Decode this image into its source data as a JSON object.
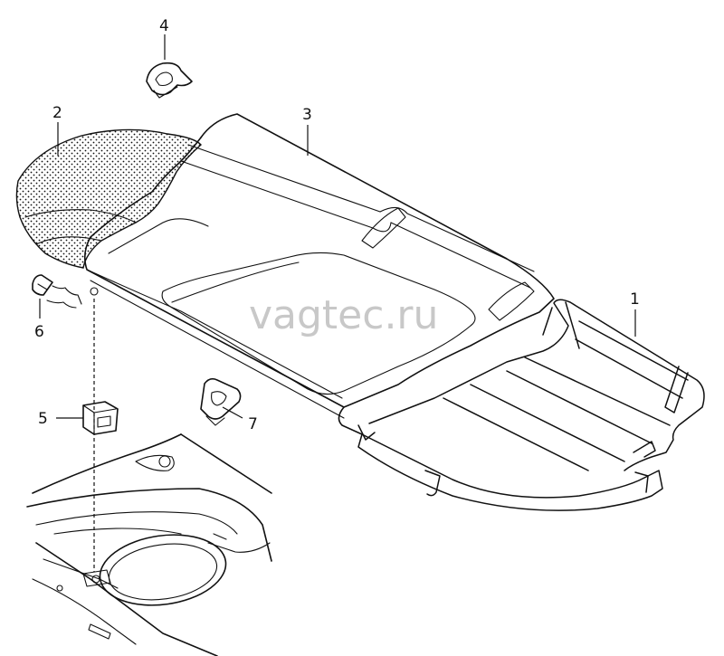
{
  "watermark": "vagtec.ru",
  "callouts": [
    {
      "id": "1",
      "text": "1"
    },
    {
      "id": "2",
      "text": "2"
    },
    {
      "id": "3",
      "text": "3"
    },
    {
      "id": "4",
      "text": "4"
    },
    {
      "id": "5",
      "text": "5"
    },
    {
      "id": "6",
      "text": "6"
    },
    {
      "id": "7",
      "text": "7"
    }
  ]
}
